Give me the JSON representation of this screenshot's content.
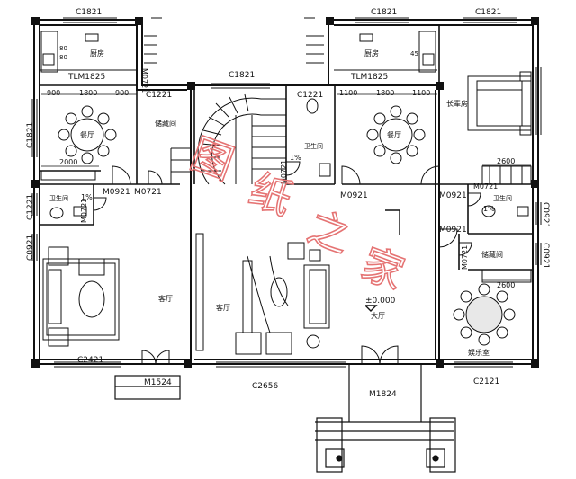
{
  "watermark": {
    "chars": [
      "图",
      "纸",
      "之",
      "家"
    ],
    "color": "#e57373"
  },
  "rooms": {
    "kitchen_left": "厨房",
    "kitchen_right": "厨房",
    "dining_left": "餐厅",
    "dining_right": "餐厅",
    "storage_top": "储藏间",
    "bathroom_top": "卫生间",
    "elder_room": "长辈房",
    "bathroom_left": "卫生间",
    "bathroom_right": "卫生间",
    "living_left": "客厅",
    "living_center": "客厅",
    "hall": "大厅",
    "storage_right": "储藏间",
    "entertainment": "娱乐室"
  },
  "labels": {
    "c1821_tl": "C1821",
    "c1821_tm": "C1821",
    "c1821_tr1": "C1821",
    "c1821_tr2": "C1821",
    "c1821_left": "C1821",
    "c1221_mid": "C1221",
    "c1221_right": "C1221",
    "c1221_left": "C1221",
    "c0921_left": "C0921",
    "c0921_r1": "C0921",
    "c0921_r2": "C0921",
    "c2421": "C2421",
    "c2656": "C2656",
    "c2121": "C2121",
    "m1524": "M1524",
    "m1824": "M1824",
    "m0921_a": "M0921",
    "m0921_b": "M0921",
    "m0921_c": "M0921",
    "m0921_d": "M0921",
    "m0721_a": "M0721",
    "m0721_b": "M0721",
    "m0721_c": "M0721",
    "m0721_d": "M0721",
    "m0721_e": "M0721",
    "m0721_f": "M0721",
    "tlm_left": "TLM1825",
    "tlm_right": "TLM1825",
    "elev": "±0.000",
    "slope_a": "1%",
    "slope_b": "1%",
    "slope_c": "1%"
  },
  "dims": {
    "d900a": "900",
    "d1800a": "1800",
    "d900b": "900",
    "d1100a": "1100",
    "d1800b": "1800",
    "d1100b": "1100",
    "d2000": "2000",
    "d2600a": "2600",
    "d2600b": "2600",
    "d80a": "80",
    "d80b": "80",
    "d45": "45"
  }
}
